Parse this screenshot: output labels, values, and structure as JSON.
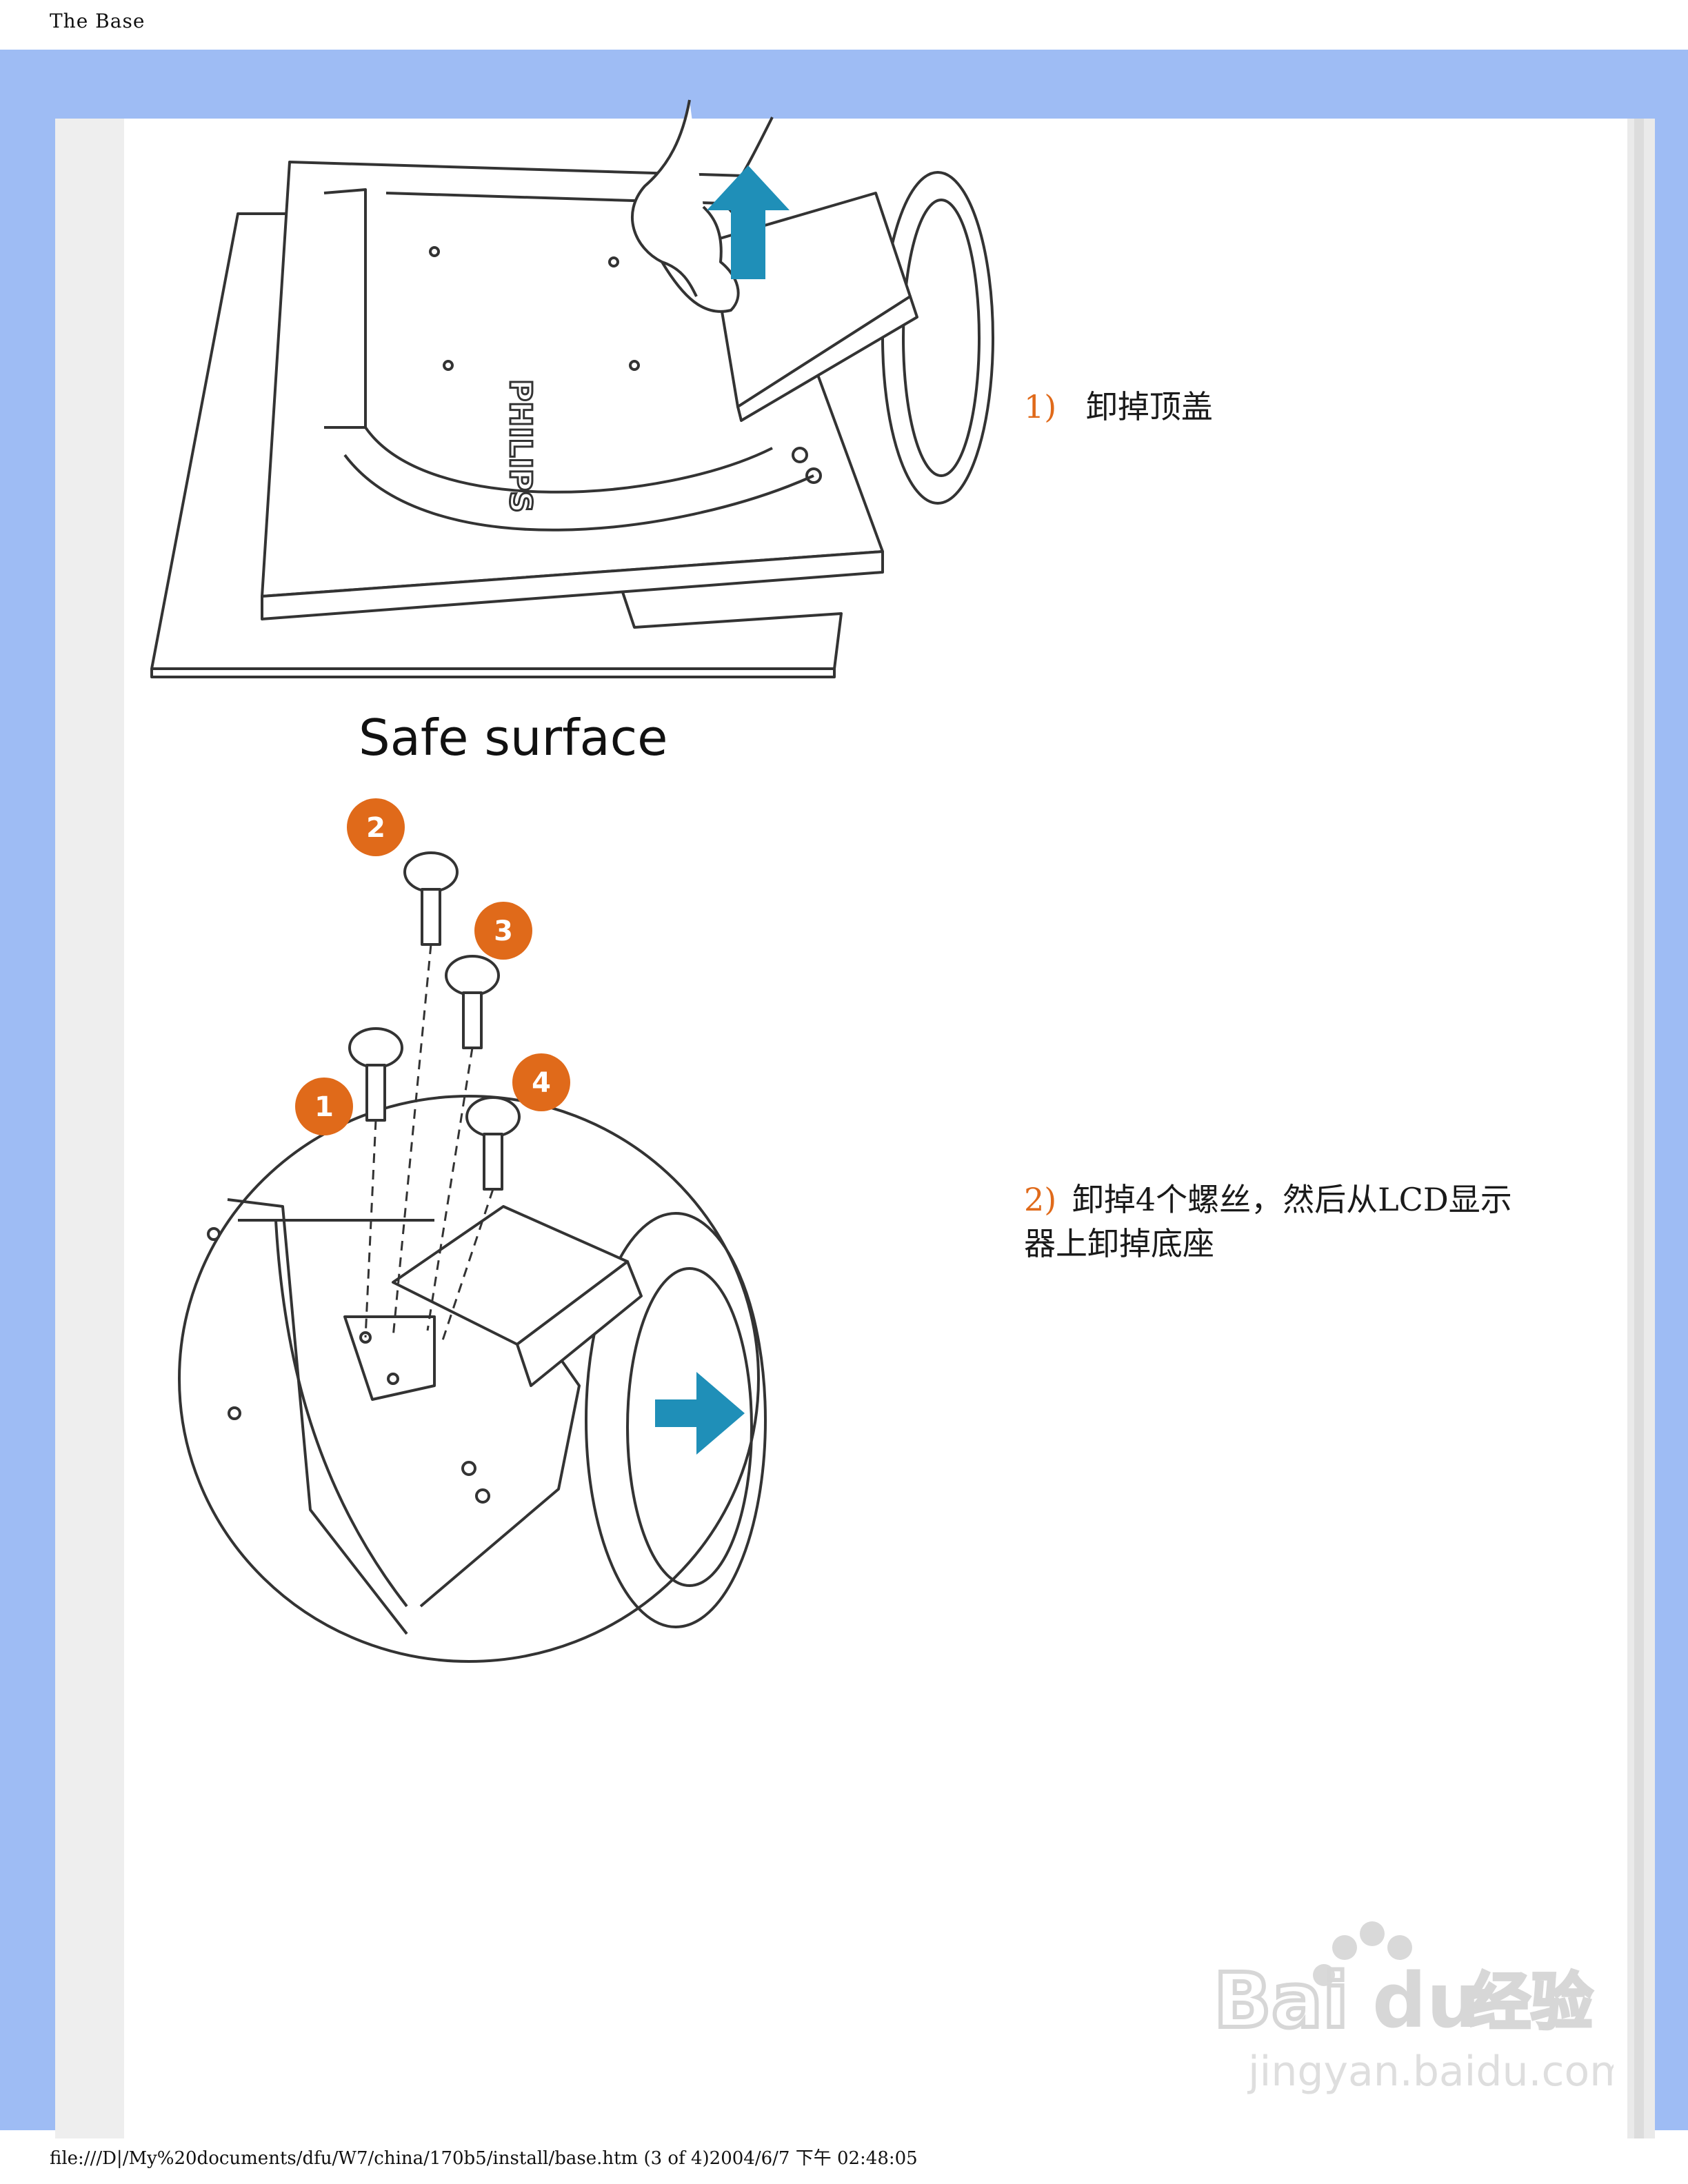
{
  "header": {
    "title": "The Base"
  },
  "figure1": {
    "caption": "Safe surface",
    "brand_text": "PHILIPS"
  },
  "figure2": {
    "badges": [
      "1",
      "2",
      "3",
      "4"
    ]
  },
  "steps": [
    {
      "number": "1)",
      "text": "卸掉顶盖"
    },
    {
      "number": "2)",
      "text": "卸掉4个螺丝，然后从LCD显示",
      "text2": "器上卸掉底座"
    }
  ],
  "footer": {
    "status": "file:///D|/My%20documents/dfu/W7/china/170b5/install/base.htm (3 of 4)2004/6/7 下午 02:48:05"
  },
  "watermark": {
    "brand": "Bai",
    "brand2": "du",
    "cn": "经验",
    "url": "jingyan.baidu.com"
  },
  "colors": {
    "frame": "#9ebcf4",
    "accent_orange": "#e06a1a",
    "arrow_blue": "#1f8fb8"
  }
}
